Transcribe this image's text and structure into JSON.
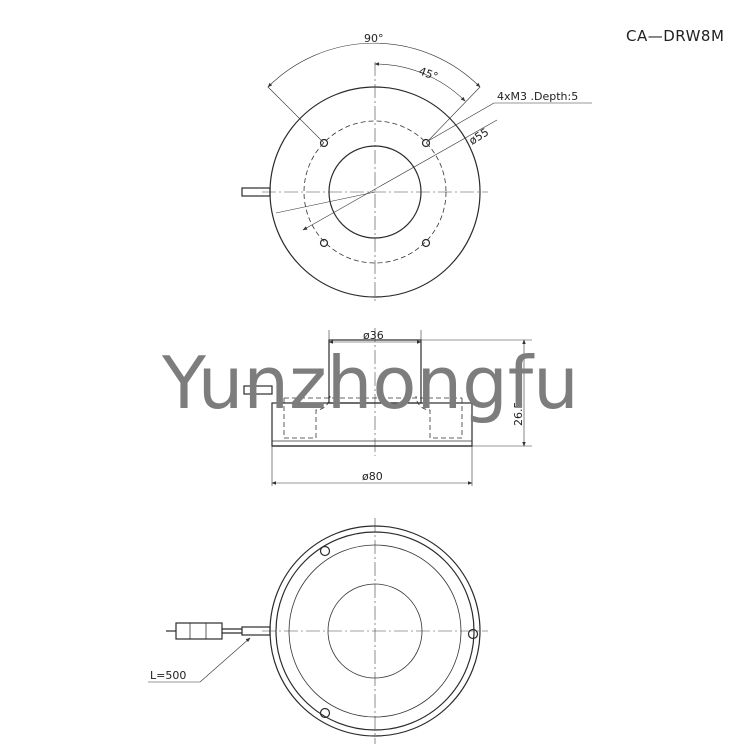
{
  "model": "CA—DRW8M",
  "watermark": "Yunzhongfu",
  "top_view": {
    "angle_90": "90°",
    "angle_45": "45°",
    "holes": "4xM3 .Depth:5",
    "bolt_circle": "ø55"
  },
  "side_view": {
    "inner_diameter": "ø36",
    "height": "26.5",
    "outer_diameter": "ø80"
  },
  "bottom_view": {
    "cable_length": "L=500"
  }
}
